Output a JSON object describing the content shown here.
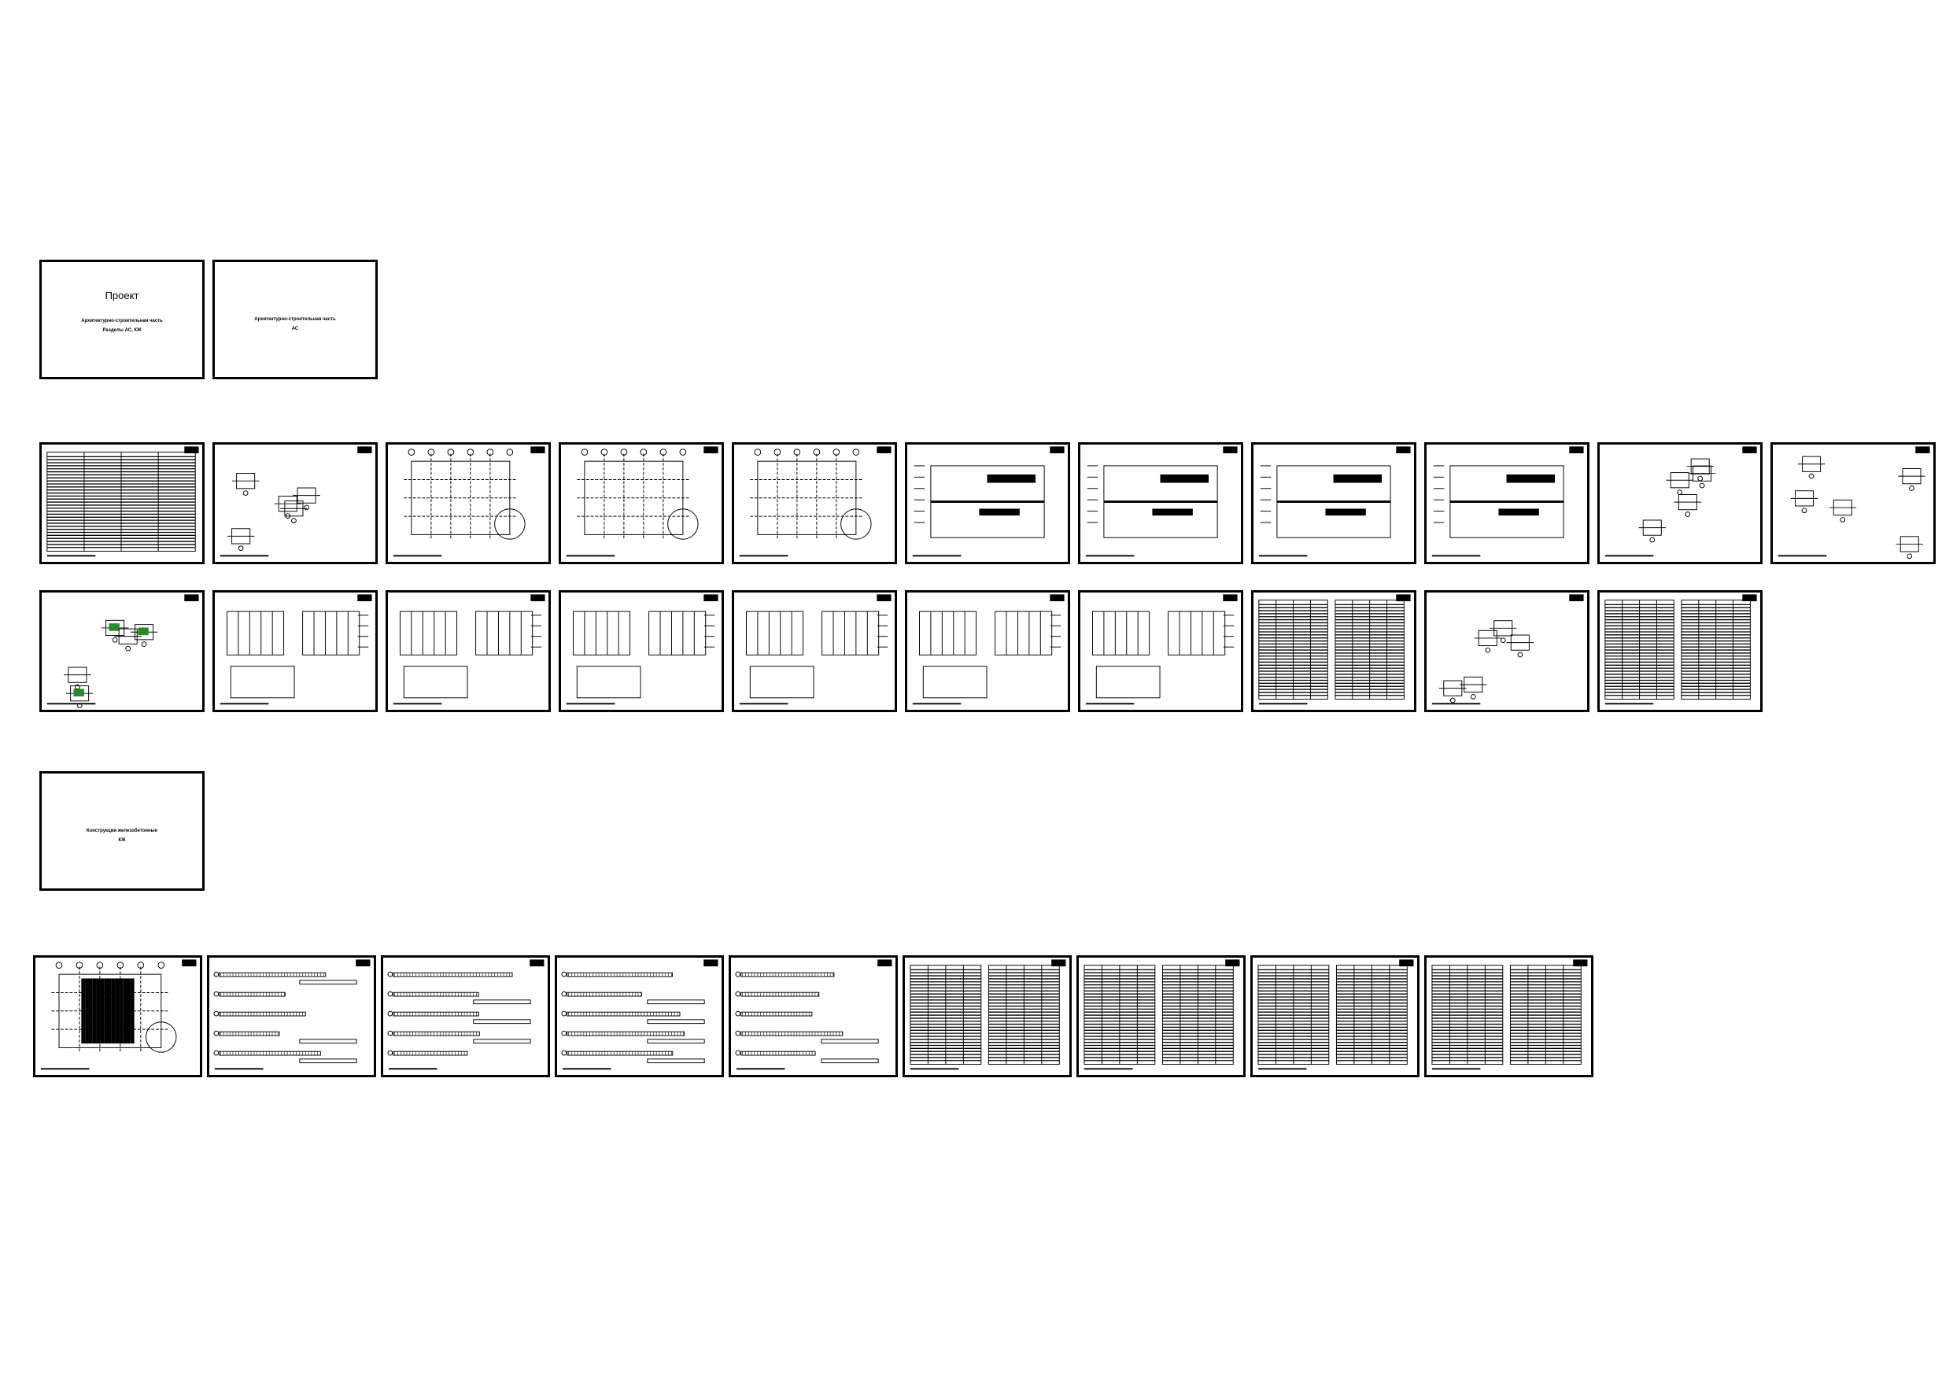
{
  "covers": [
    {
      "title": "Проект",
      "subtitle": "Архитектурно-строительная часть",
      "code": "Разделы АС, КЖ"
    },
    {
      "title": "",
      "subtitle": "Архитектурно-строительная часть",
      "code": "АС"
    },
    {
      "title": "",
      "subtitle": "Конструкции железобетонные",
      "code": "КЖ"
    }
  ],
  "rows": {
    "as_sheets": [
      "general-data",
      "notes",
      "plan-1",
      "plan-2",
      "roof-plan",
      "section-1",
      "section-2",
      "section-3",
      "section-4",
      "node-details-1",
      "node-details-2"
    ],
    "as_sheets_2": [
      "node-details-3",
      "facade-1",
      "facade-2",
      "facade-3",
      "facade-4",
      "facade-5",
      "facade-6",
      "spec-table-1",
      "node-details-4",
      "spec-table-2"
    ],
    "kzh_sheets": [
      "foundation-plan",
      "beams-1",
      "beams-2",
      "beams-3",
      "beams-4",
      "spec-table-3",
      "spec-table-4",
      "spec-table-5",
      "spec-table-6"
    ]
  },
  "colors": {
    "line": "#000000",
    "paper": "#ffffff",
    "accent": "#2a8a2a"
  }
}
